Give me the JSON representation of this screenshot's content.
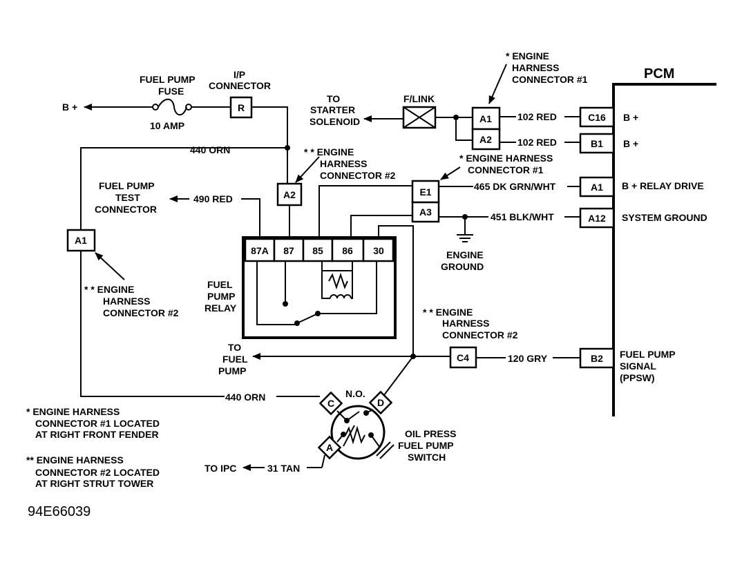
{
  "pcm": {
    "title": "PCM",
    "pins": [
      {
        "id": "C16",
        "label": "B +"
      },
      {
        "id": "B1",
        "label": "B +"
      },
      {
        "id": "A1",
        "label": "B + RELAY DRIVE"
      },
      {
        "id": "A12",
        "label": "SYSTEM GROUND"
      },
      {
        "id": "B2",
        "label": [
          "FUEL PUMP",
          "SIGNAL",
          "(PPSW)"
        ]
      }
    ]
  },
  "labels": {
    "b_plus_left": "B +",
    "fuse_name": [
      "FUEL PUMP",
      "FUSE"
    ],
    "fuse_rating": "10 AMP",
    "ip_connector": [
      "I/P",
      "CONNECTOR"
    ],
    "ip_pin": "R",
    "to_starter": [
      "TO",
      "STARTER",
      "SOLENOID"
    ],
    "flink": "F/LINK",
    "ehc1_top": [
      "* ENGINE",
      "HARNESS",
      "CONNECTOR #1"
    ],
    "ehc1_mid": [
      "* ENGINE HARNESS",
      "CONNECTOR #1"
    ],
    "ehc2_top": [
      "* * ENGINE",
      "HARNESS",
      "CONNECTOR #2"
    ],
    "ehc2_left": [
      "* * ENGINE",
      "HARNESS",
      "CONNECTOR #2"
    ],
    "ehc2_right": [
      "* * ENGINE",
      "HARNESS",
      "CONNECTOR #2"
    ],
    "fuel_pump_test": [
      "FUEL PUMP",
      "TEST",
      "CONNECTOR"
    ],
    "fuel_pump_relay": [
      "FUEL",
      "PUMP",
      "RELAY"
    ],
    "to_fuel_pump": [
      "TO",
      "FUEL",
      "PUMP"
    ],
    "engine_ground": [
      "ENGINE",
      "GROUND"
    ],
    "oil_press_switch": [
      "OIL PRESS",
      "FUEL PUMP",
      "SWITCH"
    ],
    "no_label": "N.O.",
    "to_ipc": "TO IPC",
    "note1": [
      "* ENGINE HARNESS",
      "CONNECTOR #1 LOCATED",
      "AT RIGHT FRONT FENDER"
    ],
    "note2": [
      "** ENGINE HARNESS",
      "CONNECTOR #2 LOCATED",
      "AT RIGHT STRUT TOWER"
    ],
    "figure_code": "94E66039"
  },
  "connectors": {
    "a1_upper": "A1",
    "a2_upper": "A2",
    "a2_relay": "A2",
    "e1": "E1",
    "a3": "A3",
    "a1_left": "A1",
    "c4": "C4",
    "switch_c": "C",
    "switch_d": "D",
    "switch_a": "A"
  },
  "relay_pins": [
    "87A",
    "87",
    "85",
    "86",
    "30"
  ],
  "wires": {
    "w_102_red_1": "102 RED",
    "w_102_red_2": "102 RED",
    "w_440_orn_top": "440 ORN",
    "w_490_red": "490 RED",
    "w_465": "465 DK GRN/WHT",
    "w_451": "451 BLK/WHT",
    "w_120_gry": "120 GRY",
    "w_440_orn_bottom": "440 ORN",
    "w_31_tan": "31 TAN"
  }
}
